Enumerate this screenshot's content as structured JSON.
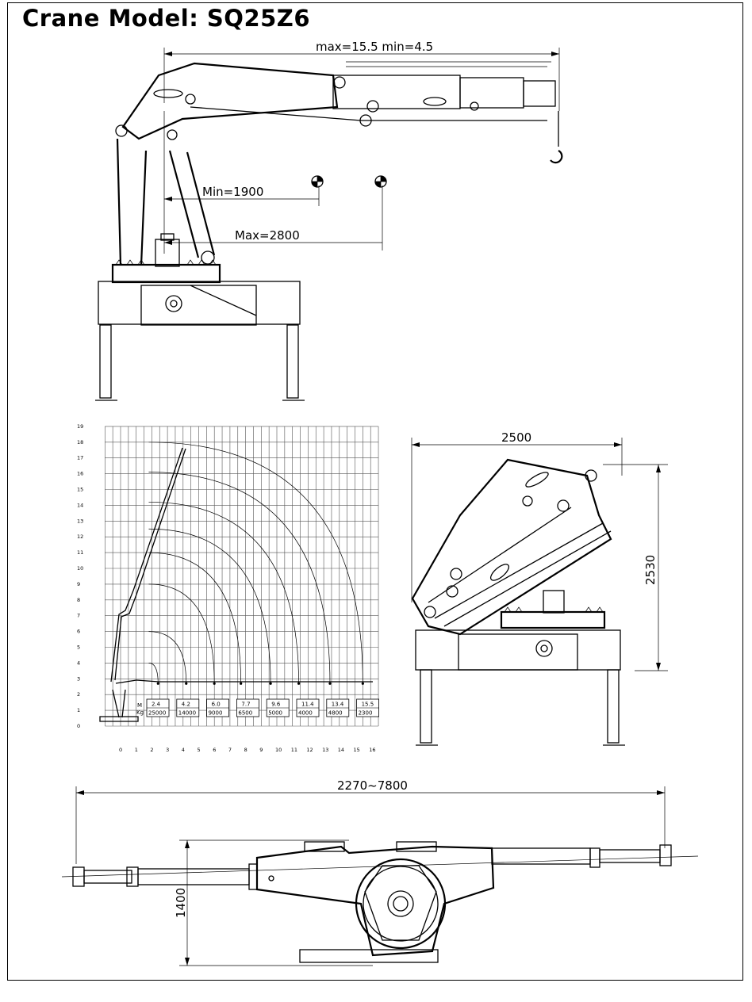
{
  "title": "Crane Model: SQ25Z6",
  "dimensions": {
    "reach": "max=15.5 min=4.5",
    "min_height": "Min=1900",
    "max_height": "Max=2800",
    "width_top": "2500",
    "height_side": "2530",
    "outrigger_span": "2270~7800",
    "base_depth": "1400"
  },
  "load_chart": {
    "x_ticks": [
      "0",
      "1",
      "2",
      "3",
      "4",
      "5",
      "6",
      "7",
      "8",
      "9",
      "10",
      "11",
      "12",
      "13",
      "14",
      "15",
      "16"
    ],
    "y_ticks": [
      "0",
      "1",
      "2",
      "3",
      "4",
      "5",
      "6",
      "7",
      "8",
      "9",
      "10",
      "11",
      "12",
      "13",
      "14",
      "15",
      "16",
      "17",
      "18",
      "19"
    ],
    "unit_m": "M",
    "unit_kg": "Kg",
    "loads": [
      {
        "radius": "2.4",
        "kg": "25000"
      },
      {
        "radius": "4.2",
        "kg": "14000"
      },
      {
        "radius": "6.0",
        "kg": "9000"
      },
      {
        "radius": "7.7",
        "kg": "6500"
      },
      {
        "radius": "9.6",
        "kg": "5000"
      },
      {
        "radius": "11.4",
        "kg": "4000"
      },
      {
        "radius": "13.4",
        "kg": "4800"
      },
      {
        "radius": "15.5",
        "kg": "2300"
      }
    ]
  }
}
